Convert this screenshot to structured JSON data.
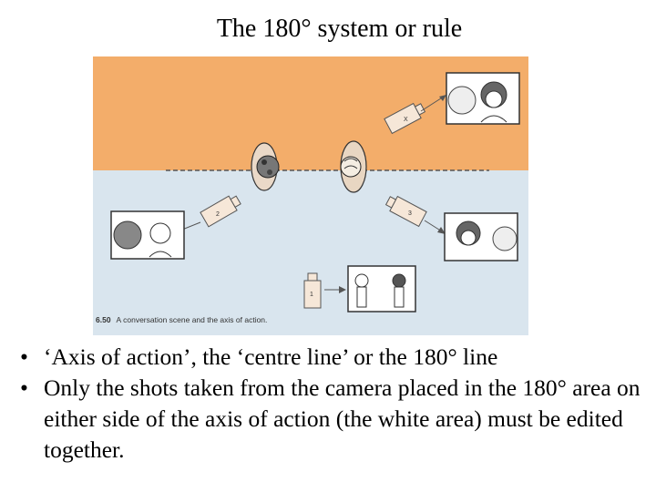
{
  "slide": {
    "title": "The 180° system or rule"
  },
  "figure": {
    "caption_number": "6.50",
    "caption_text": "A conversation scene and the axis of action.",
    "camera_labels": [
      "X",
      "2",
      "3",
      "1"
    ],
    "colors": {
      "forbidden_zone": "#f3ad6a",
      "allowed_zone": "#d9e5ee",
      "axis_line": "#555555",
      "camera": "#f08a52"
    }
  },
  "bullets": [
    "‘Axis of action’, the ‘centre line’ or the 180° line",
    "Only the shots taken from the camera placed in the 180° area on either side of the axis of action (the white area)  must be edited together."
  ]
}
